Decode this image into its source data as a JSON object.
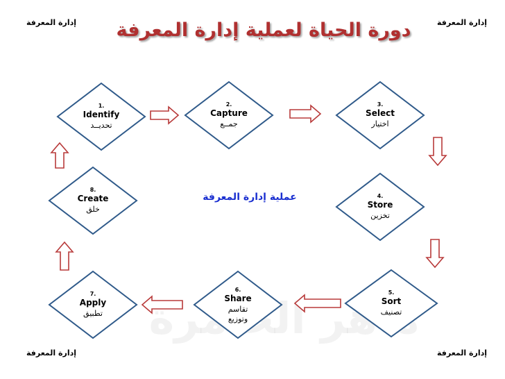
{
  "title": "دورة الحياة لعملية إدارة المعرفة",
  "corner_label": "إدارة المعرفة",
  "center_label": "عملية إدارة المعرفة",
  "watermark": "ماهر الحامرة",
  "colors": {
    "diamond_stroke": "#2f5a8a",
    "arrow_stroke": "#b83a3a",
    "title": "#b03030",
    "center_label": "#1a2fd0"
  },
  "steps": [
    {
      "number": "1.",
      "en": "Identify",
      "ar": [
        "تحديــد"
      ]
    },
    {
      "number": "2.",
      "en": "Capture",
      "ar": [
        "جمــع"
      ]
    },
    {
      "number": "3.",
      "en": "Select",
      "ar": [
        "اختيار"
      ]
    },
    {
      "number": "4.",
      "en": "Store",
      "ar": [
        "تخزين"
      ]
    },
    {
      "number": "5.",
      "en": "Sort",
      "ar": [
        "تصنيف"
      ]
    },
    {
      "number": "6.",
      "en": "Share",
      "ar": [
        "تقاسم",
        "وتوزيع"
      ]
    },
    {
      "number": "7.",
      "en": "Apply",
      "ar": [
        "تطبيق"
      ]
    },
    {
      "number": "8.",
      "en": "Create",
      "ar": [
        "خلق"
      ]
    }
  ]
}
